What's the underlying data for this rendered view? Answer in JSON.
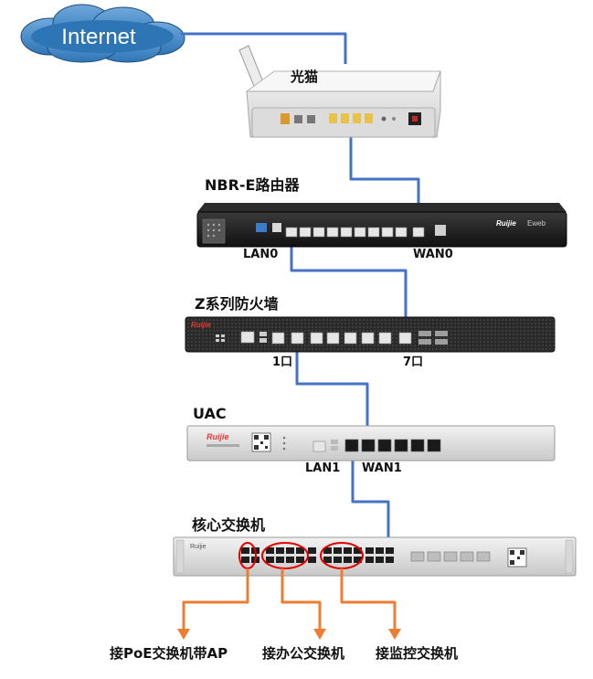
{
  "internet": {
    "label": "Internet"
  },
  "modem": {
    "label": "光猫"
  },
  "router": {
    "label": "NBR-E路由器",
    "brand": "Ruijie",
    "series": "Eweb",
    "lan_label": "LAN0",
    "wan_label": "WAN0"
  },
  "firewall": {
    "label": "Z系列防火墙",
    "brand": "Ruijie",
    "port1_label": "1口",
    "port7_label": "7口"
  },
  "uac": {
    "label": "UAC",
    "brand": "Ruijie",
    "lan_label": "LAN1",
    "wan_label": "WAN1"
  },
  "core_switch": {
    "label": "核心交换机",
    "brand": "Ruijie"
  },
  "destinations": [
    {
      "label": "接PoE交换机带AP"
    },
    {
      "label": "接办公交换机"
    },
    {
      "label": "接监控交换机"
    }
  ],
  "colors": {
    "link": "#4472C4",
    "arrow": "#ED7D31",
    "highlight": "#E00000",
    "cloud": "#2E75B6",
    "cloud_light": "#5B9BD5"
  }
}
